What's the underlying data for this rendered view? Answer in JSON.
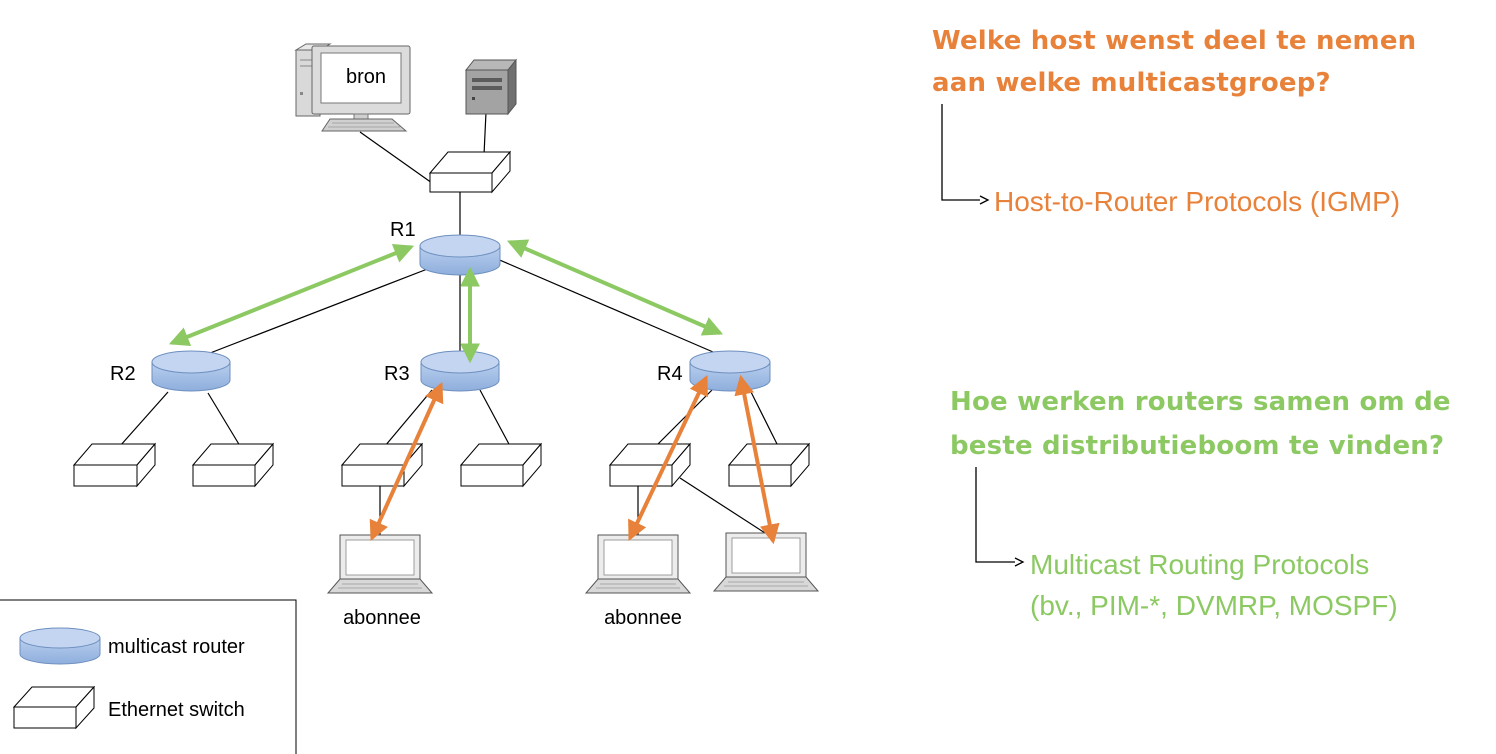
{
  "diagram": {
    "source_label": "bron",
    "routers": [
      {
        "id": "R1",
        "label": "R1"
      },
      {
        "id": "R2",
        "label": "R2"
      },
      {
        "id": "R3",
        "label": "R3"
      },
      {
        "id": "R4",
        "label": "R4"
      }
    ],
    "subscriber_labels": [
      "abonnee",
      "abonnee"
    ]
  },
  "legend": {
    "router_label": "multicast router",
    "switch_label": "Ethernet switch"
  },
  "host_question": {
    "line1": "Welke host wenst deel te nemen",
    "line2": "aan welke multicastgroep?",
    "answer": "Host-to-Router Protocols (IGMP)"
  },
  "router_question": {
    "line1": "Hoe werken routers samen om de",
    "line2": "beste distributieboom te vinden?",
    "answer_line1": "Multicast Routing Protocols",
    "answer_line2": "(bv., PIM-*, DVMRP, MOSPF)"
  },
  "colors": {
    "orange": "#e8823a",
    "green": "#8cc963",
    "router_fill": "#a7c1e4",
    "router_stroke": "#6e8fbf"
  }
}
